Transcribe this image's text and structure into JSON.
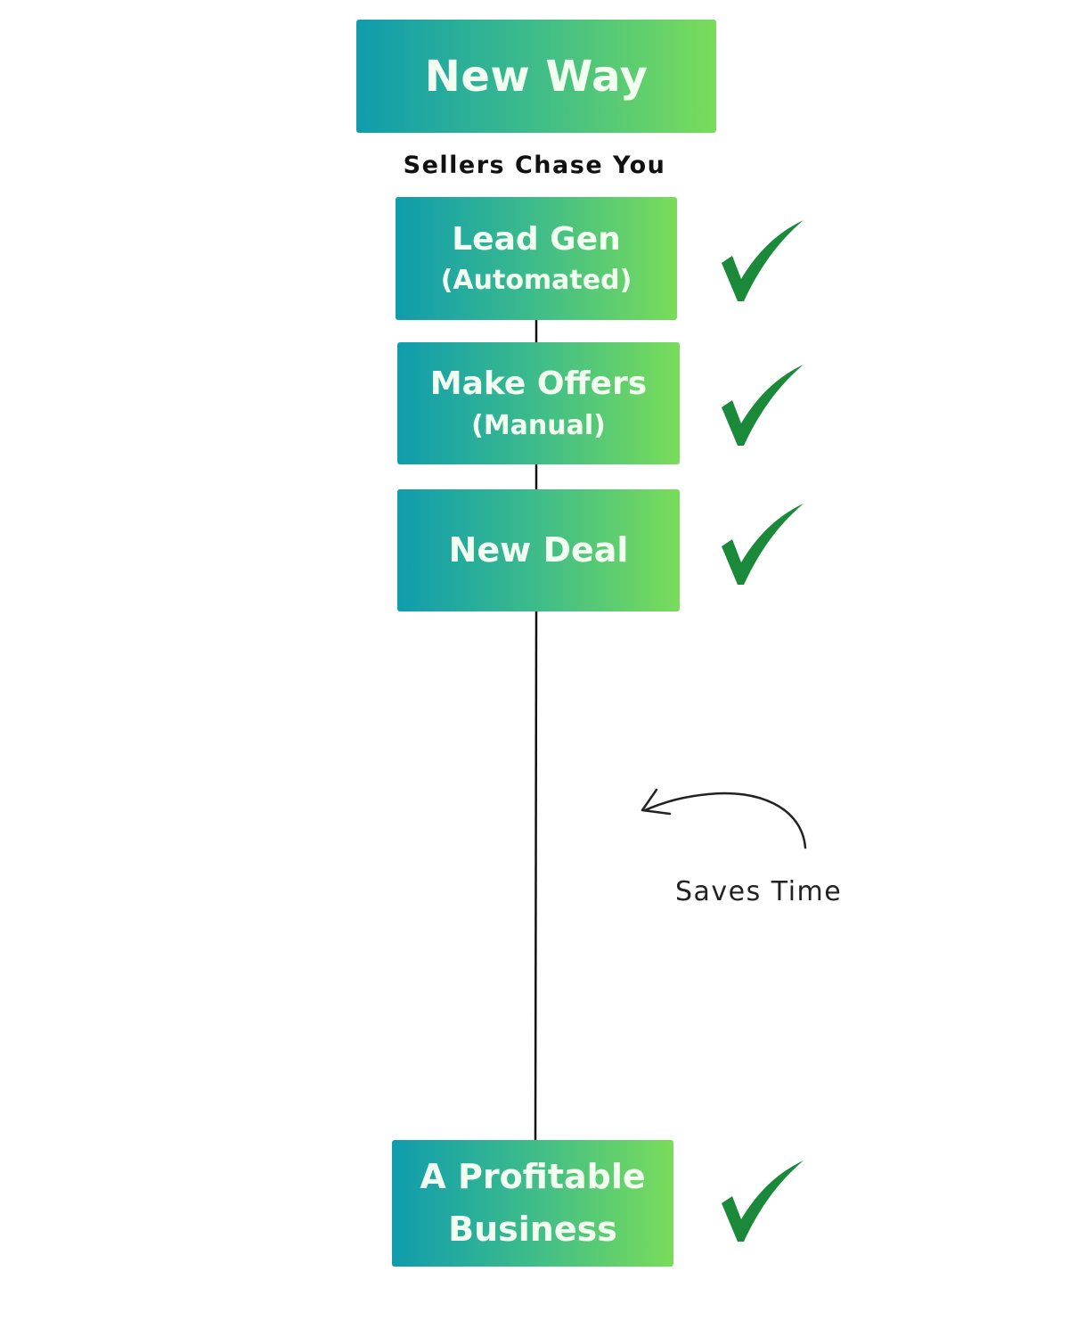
{
  "header": {
    "title": "New Way",
    "subtitle": "Sellers Chase You"
  },
  "steps": [
    {
      "title": "Lead Gen",
      "note": "(Automated)"
    },
    {
      "title": "Make Offers",
      "note": "(Manual)"
    },
    {
      "title": "New Deal"
    },
    {
      "title_line1": "A Profitable",
      "title_line2": "Business"
    }
  ],
  "annotation": {
    "label": "Saves Time"
  },
  "colors": {
    "gradient_start": "#0f9cad",
    "gradient_end": "#79dc5a",
    "check": "#1a8a3a"
  }
}
